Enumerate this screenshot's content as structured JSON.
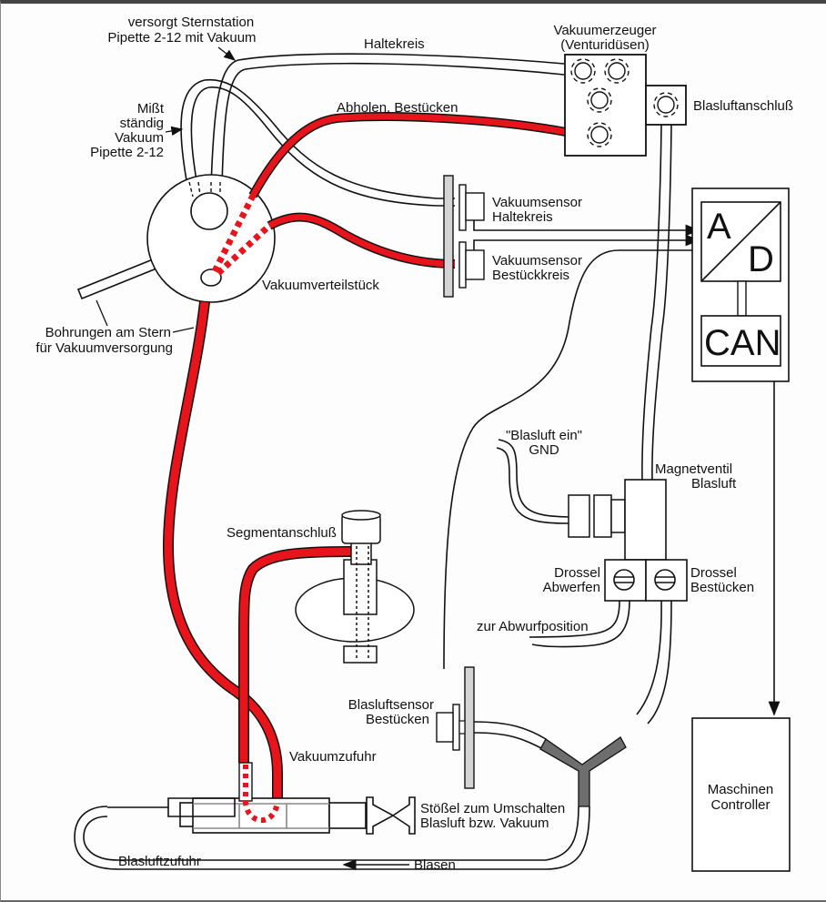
{
  "title": "Vakuum- und Blasluftsystem der Sternstation (Schema)",
  "colors": {
    "vacuum_line": "#e8141b",
    "line": "#111111",
    "sensor_plate": "#d4d4d4",
    "y_connector": "#6e6e6e"
  },
  "labels": {
    "sternstation_supply_1": "versorgt Sternstation",
    "sternstation_supply_2": "Pipette 2-12 mit Vakuum",
    "measures_1": "Mißt",
    "measures_2": "ständig",
    "measures_3": "Vakuum",
    "measures_4": "Pipette 2-12",
    "haltekreis": "Haltekreis",
    "abholen": "Abholen, Bestücken",
    "vacuum_generator_1": "Vakuumerzeuger",
    "vacuum_generator_2": "(Venturidüsen)",
    "blow_air_port": "Blasluftanschluß",
    "sensor_halte_1": "Vakuumsensor",
    "sensor_halte_2": "Haltekreis",
    "sensor_best_1": "Vakuumsensor",
    "sensor_best_2": "Bestückkreis",
    "distributor": "Vakuumverteilstück",
    "bores_1": "Bohrungen am Stern",
    "bores_2": "für Vakuumversorgung",
    "ad_a": "A",
    "ad_d": "D",
    "can": "CAN",
    "signal_1": "\"Blasluft ein\"",
    "signal_2": "GND",
    "solenoid_1": "Magnetventil",
    "solenoid_2": "Blasluft",
    "throttle_drop_1": "Drossel",
    "throttle_drop_2": "Abwerfen",
    "throttle_place_1": "Drossel",
    "throttle_place_2": "Bestücken",
    "to_drop": "zur Abwurfposition",
    "segment": "Segmentanschluß",
    "blow_sensor_1": "Blasluftsensor",
    "blow_sensor_2": "Bestücken",
    "vacuum_supply": "Vakuumzufuhr",
    "plunger_1": "Stößel zum Umschalten",
    "plunger_2": "Blasluft bzw. Vakuum",
    "blow_supply": "Blasluftzufuhr",
    "blow": "Blasen",
    "controller_1": "Maschinen",
    "controller_2": "Controller"
  }
}
